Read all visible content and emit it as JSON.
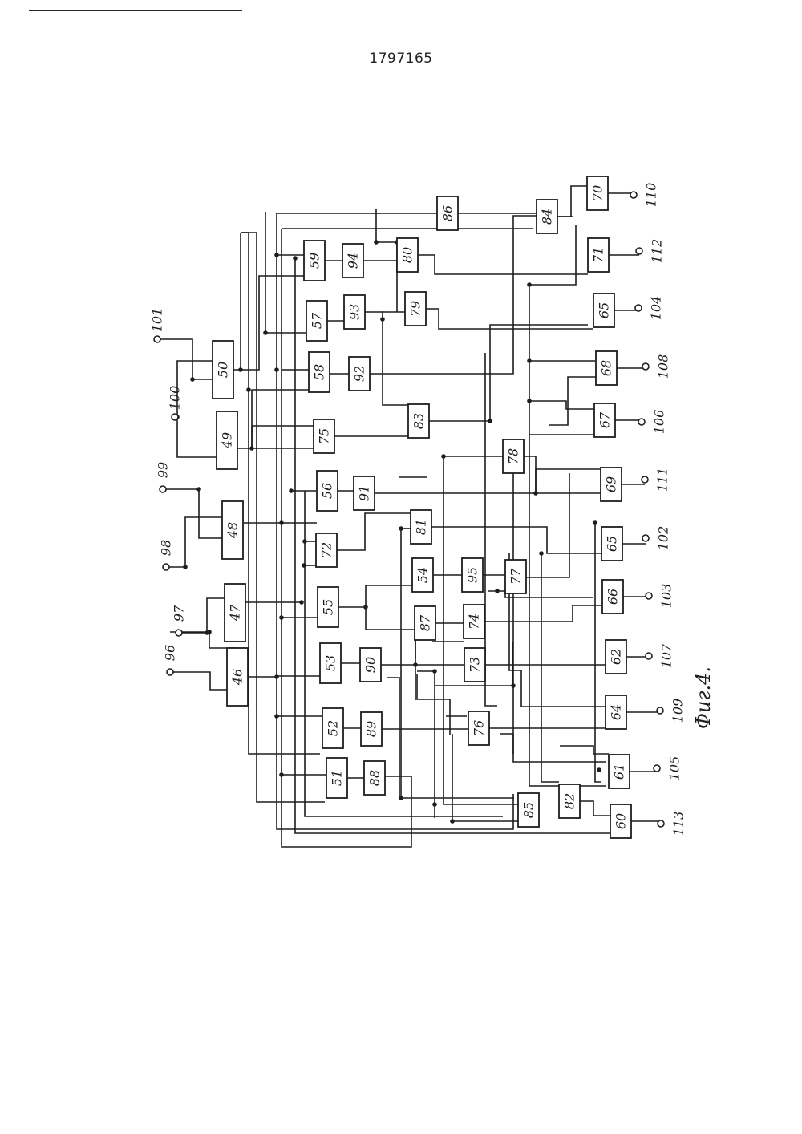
{
  "document": {
    "patent_number": "1797165",
    "figure_caption": "Фиг.4."
  },
  "blocks": [
    "46",
    "47",
    "48",
    "49",
    "50",
    "51",
    "52",
    "53",
    "54",
    "55",
    "56",
    "57",
    "58",
    "59",
    "60",
    "61",
    "62",
    "64",
    "65",
    "65",
    "66",
    "67",
    "68",
    "69",
    "70",
    "71",
    "72",
    "73",
    "74",
    "75",
    "76",
    "77",
    "78",
    "79",
    "80",
    "81",
    "82",
    "83",
    "84",
    "85",
    "86",
    "87",
    "88",
    "89",
    "90",
    "91",
    "92",
    "93",
    "94",
    "95"
  ],
  "input_terminals": [
    "96",
    "97",
    "98",
    "99",
    "100",
    "101"
  ],
  "output_terminals": [
    "110",
    "112",
    "104",
    "108",
    "106",
    "111",
    "102",
    "103",
    "107",
    "109",
    "105",
    "113"
  ]
}
